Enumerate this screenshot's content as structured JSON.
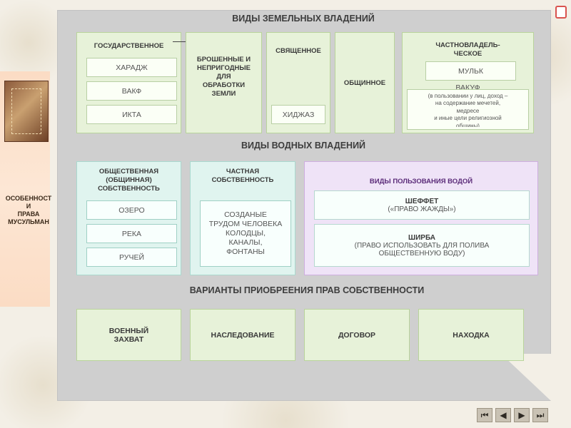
{
  "side": {
    "label_lines": [
      "ОСОБЕННОСТ",
      "И",
      "ПРАВА",
      "МУСУЛЬМАН"
    ]
  },
  "land": {
    "title": "ВИДЫ ЗЕМЕЛЬНЫХ ВЛАДЕНИЙ",
    "state": {
      "title": "ГОСУДАРСТВЕННОЕ",
      "items": [
        "ХАРАДЖ",
        "ВАКФ",
        "ИКТА"
      ]
    },
    "abandoned": {
      "lines": [
        "БРОШЕННЫЕ И",
        "НЕПРИГОДНЫЕ",
        "ДЛЯ",
        "ОБРАБОТКИ",
        "ЗЕМЛИ"
      ]
    },
    "sacred": {
      "title": "СВЯЩЕННОЕ",
      "item": "ХИДЖАЗ"
    },
    "communal": {
      "title": "ОБЩИННОЕ"
    },
    "private": {
      "title_lines": [
        "ЧАСТНОВЛАДЕЛЬ-",
        "ЧЕСКОЕ"
      ],
      "mulk": "МУЛЬК",
      "waqf_title": "ВАКУФ",
      "waqf_lines": [
        "(в пользовании у лиц, доход –",
        "на содержание мечетей,",
        "медресе",
        "и иные цели религиозной",
        "общины)"
      ]
    }
  },
  "water": {
    "title": "ВИДЫ ВОДНЫХ ВЛАДЕНИЙ",
    "public": {
      "title_lines": [
        "ОБЩЕСТВЕННАЯ",
        "(ОБЩИННАЯ)",
        "СОБСТВЕННОСТЬ"
      ],
      "items": [
        "ОЗЕРО",
        "РЕКА",
        "РУЧЕЙ"
      ]
    },
    "private": {
      "title_lines": [
        "ЧАСТНАЯ",
        "СОБСТВЕННОСТЬ"
      ],
      "item_lines": [
        "СОЗДАНЫЕ",
        "ТРУДОМ ЧЕЛОВЕКА",
        "КОЛОДЦЫ,",
        "КАНАЛЫ,",
        "ФОНТАНЫ"
      ]
    },
    "usage": {
      "title": "ВИДЫ ПОЛЬЗОВАНИЯ ВОДОЙ",
      "sheffet": {
        "title": "ШЕФФЕТ",
        "desc": "(«ПРАВО ЖАЖДЫ»)"
      },
      "shirba": {
        "title": "ШИРБА",
        "desc_lines": [
          "(ПРАВО ИСПОЛЬЗОВАТЬ ДЛЯ  ПОЛИВА",
          "ОБЩЕСТВЕННУЮ ВОДУ)"
        ]
      }
    }
  },
  "acquire": {
    "title": "ВАРИАНТЫ ПРИОБРЕЕНИЯ ПРАВ СОБСТВЕННОСТИ",
    "items": [
      {
        "lines": [
          "ВОЕННЫЙ",
          "ЗАХВАТ"
        ]
      },
      {
        "lines": [
          "НАСЛЕДОВАНИЕ"
        ]
      },
      {
        "lines": [
          "ДОГОВОР"
        ]
      },
      {
        "lines": [
          "НАХОДКА"
        ]
      }
    ]
  },
  "nav": {
    "icons": [
      "first-icon",
      "prev-icon",
      "next-icon",
      "last-icon"
    ],
    "glyphs": [
      "⏮",
      "◀",
      "▶",
      "⏭"
    ]
  }
}
